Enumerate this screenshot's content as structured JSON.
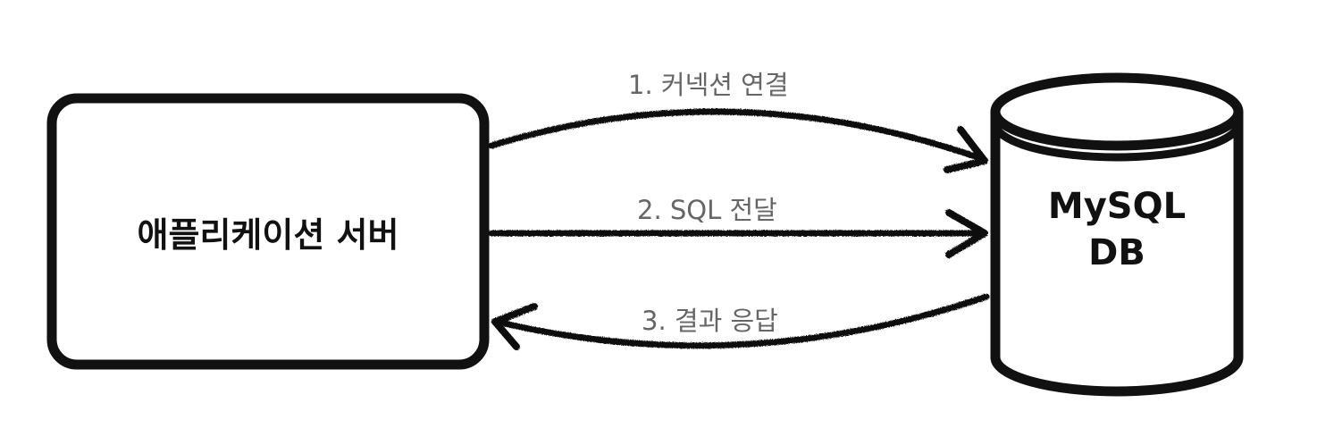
{
  "app_server": {
    "label": "애플리케이션 서버"
  },
  "database": {
    "line1": "MySQL",
    "line2": "DB"
  },
  "arrows": {
    "connect": {
      "label": "1. 커넥션 연결"
    },
    "sql": {
      "label": "2. SQL 전달"
    },
    "response": {
      "label": "3. 결과 응답"
    }
  },
  "colors": {
    "stroke": "#111111",
    "label_text": "#666666",
    "background": "#ffffff"
  }
}
